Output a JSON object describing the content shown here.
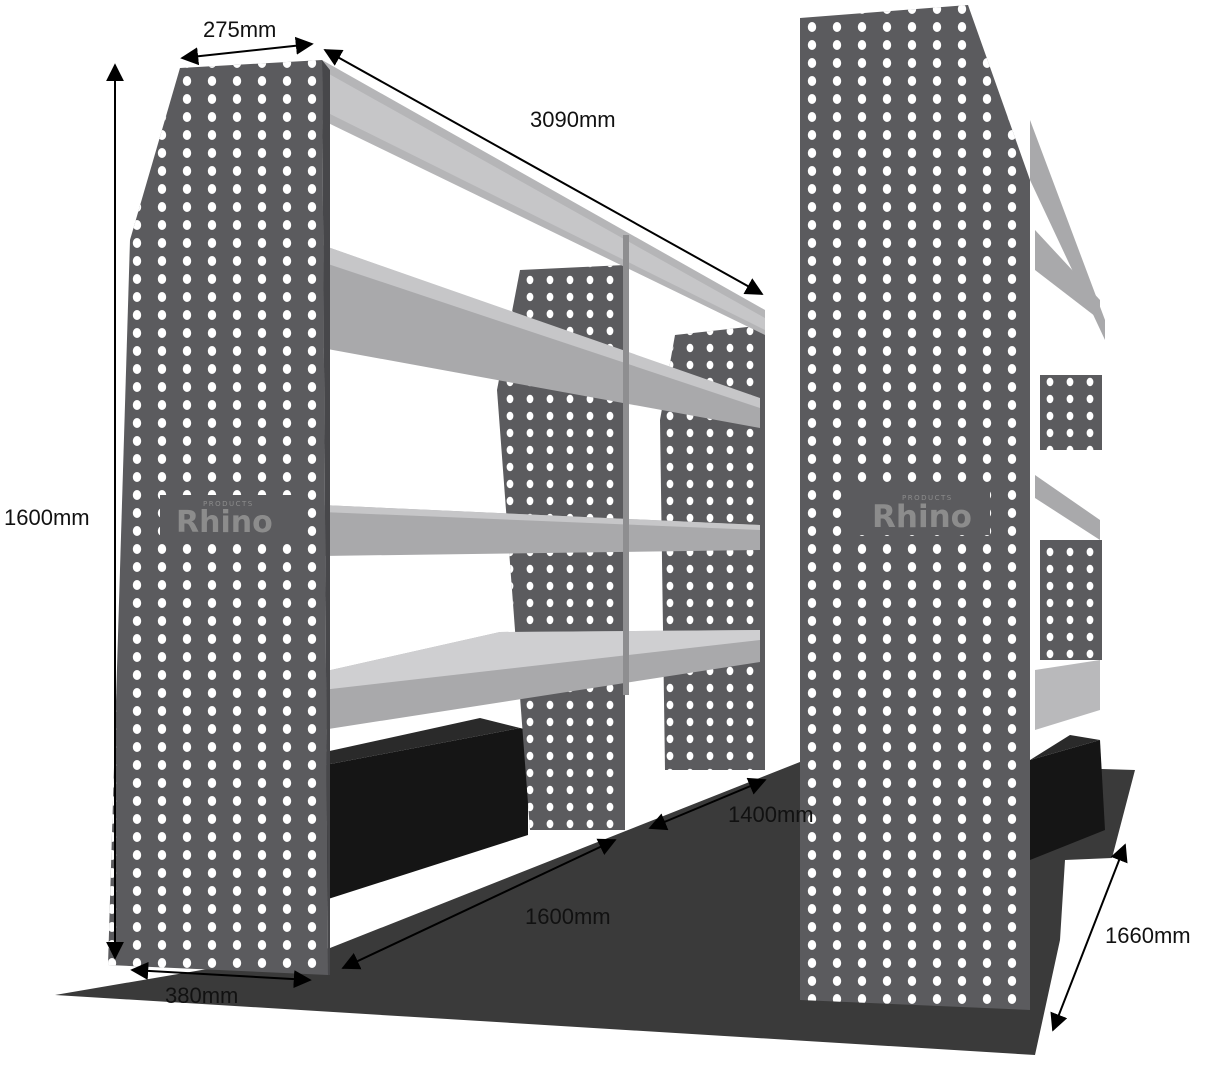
{
  "brand": {
    "name": "Rhino",
    "sub": "PRODUCTS"
  },
  "dimensions": {
    "depth_top": "275mm",
    "length_top": "3090mm",
    "height": "1600mm",
    "depth_bottom": "380mm",
    "floor_length": "1600mm",
    "gap": "1400mm",
    "floor_width": "1660mm"
  },
  "colors": {
    "panel": "#5b5b5e",
    "panel_dark": "#47474a",
    "panel_edge": "#7a7a7d",
    "shelf": "#a9a9ab",
    "shelf_light": "#c6c6c8",
    "floor": "#3a3a3a",
    "box": "#151515"
  }
}
